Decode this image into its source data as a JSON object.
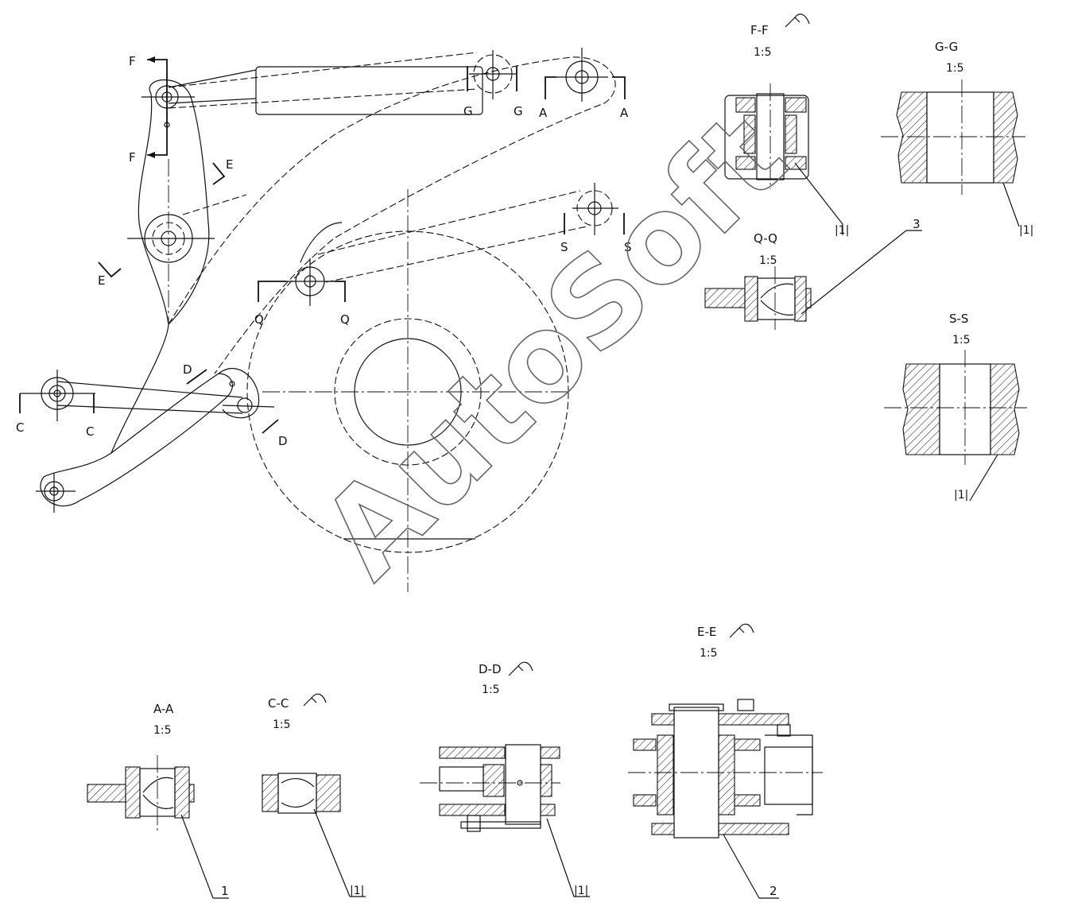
{
  "section_marks": [
    "F",
    "G",
    "A",
    "E",
    "S",
    "Q",
    "D",
    "C"
  ],
  "sections": {
    "ff": {
      "title": "F-F",
      "scale": "1:5"
    },
    "gg": {
      "title": "G-G",
      "scale": "1:5"
    },
    "qq": {
      "title": "Q-Q",
      "scale": "1:5"
    },
    "ss": {
      "title": "S-S",
      "scale": "1:5"
    },
    "aa": {
      "title": "A-A",
      "scale": "1:5"
    },
    "cc": {
      "title": "C-C",
      "scale": "1:5"
    },
    "dd": {
      "title": "D-D",
      "scale": "1:5"
    },
    "ee": {
      "title": "E-E",
      "scale": "1:5"
    }
  },
  "callouts": {
    "one": "1",
    "two": "2",
    "three": "3",
    "ref": "|1|"
  },
  "watermark": "AutoSoft"
}
